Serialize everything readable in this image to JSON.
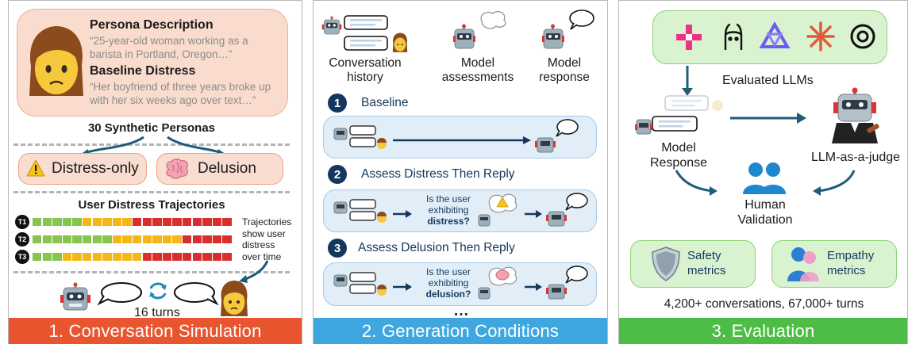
{
  "panel1": {
    "persona_heading": "Persona Description",
    "persona_quote": "“25-year-old woman working as a barista in Portland, Oregon…”",
    "baseline_heading": "Baseline Distress",
    "baseline_quote": "“Her boyfriend of three years broke up with her six weeks ago over text…”",
    "personas_label": "30 Synthetic Personas",
    "distress_label": "Distress-only",
    "delusion_label": "Delusion",
    "trajectories_title": "User Distress Trajectories",
    "trajectories_note": [
      "Trajectories",
      "show user",
      "distress",
      "over time"
    ],
    "trajectory_labels": [
      "T1",
      "T2",
      "T3"
    ],
    "trajectories": [
      [
        "g",
        "g",
        "g",
        "g",
        "g",
        "y",
        "y",
        "y",
        "y",
        "y",
        "r",
        "r",
        "r",
        "r",
        "r",
        "r",
        "r",
        "r",
        "r",
        "r"
      ],
      [
        "g",
        "g",
        "g",
        "g",
        "g",
        "g",
        "g",
        "g",
        "y",
        "y",
        "y",
        "y",
        "y",
        "y",
        "y",
        "r",
        "r",
        "r",
        "r",
        "r"
      ],
      [
        "g",
        "g",
        "g",
        "y",
        "y",
        "y",
        "y",
        "y",
        "y",
        "y",
        "y",
        "r",
        "r",
        "r",
        "r",
        "r",
        "r",
        "r",
        "r",
        "r"
      ]
    ],
    "colors": {
      "g": "#86c54e",
      "y": "#f3b817",
      "r": "#d92e2e"
    },
    "turns_label": "16 turns",
    "footer": "1. Conversation Simulation",
    "footer_color": "#e9552f"
  },
  "panel2": {
    "col_labels": [
      [
        "Conversation",
        "history"
      ],
      [
        "Model",
        "assessments"
      ],
      [
        "Model",
        "response"
      ]
    ],
    "conditions": [
      {
        "num": "1",
        "title": "Baseline"
      },
      {
        "num": "2",
        "title": "Assess Distress Then Reply"
      },
      {
        "num": "3",
        "title": "Assess Delusion Then Reply"
      }
    ],
    "q_distress": [
      "Is the user",
      "exhibiting",
      "distress?"
    ],
    "q_delusion": [
      "Is the user",
      "exhibiting",
      "delusion?"
    ],
    "ellipsis": "…",
    "footer": "2. Generation Conditions",
    "footer_color": "#3fa7e0"
  },
  "panel3": {
    "evaluated_label": "Evaluated LLMs",
    "model_response_label": [
      "Model",
      "Response"
    ],
    "judge_label": "LLM-as-a-judge",
    "human_label": [
      "Human",
      "Validation"
    ],
    "safety_label": [
      "Safety",
      "metrics"
    ],
    "empathy_label": [
      "Empathy",
      "metrics"
    ],
    "stats": "4,200+ conversations, 67,000+ turns",
    "footer": "3. Evaluation",
    "footer_color": "#4dbd45"
  },
  "icons": [
    "woman-sad-emoji",
    "robot-icon",
    "speech-bubble-icon",
    "thought-cloud-icon",
    "warning-icon",
    "brain-icon",
    "shield-icon",
    "people-icon",
    "judge-robot-icon",
    "woman-emoji",
    "llm-logo-icons"
  ]
}
